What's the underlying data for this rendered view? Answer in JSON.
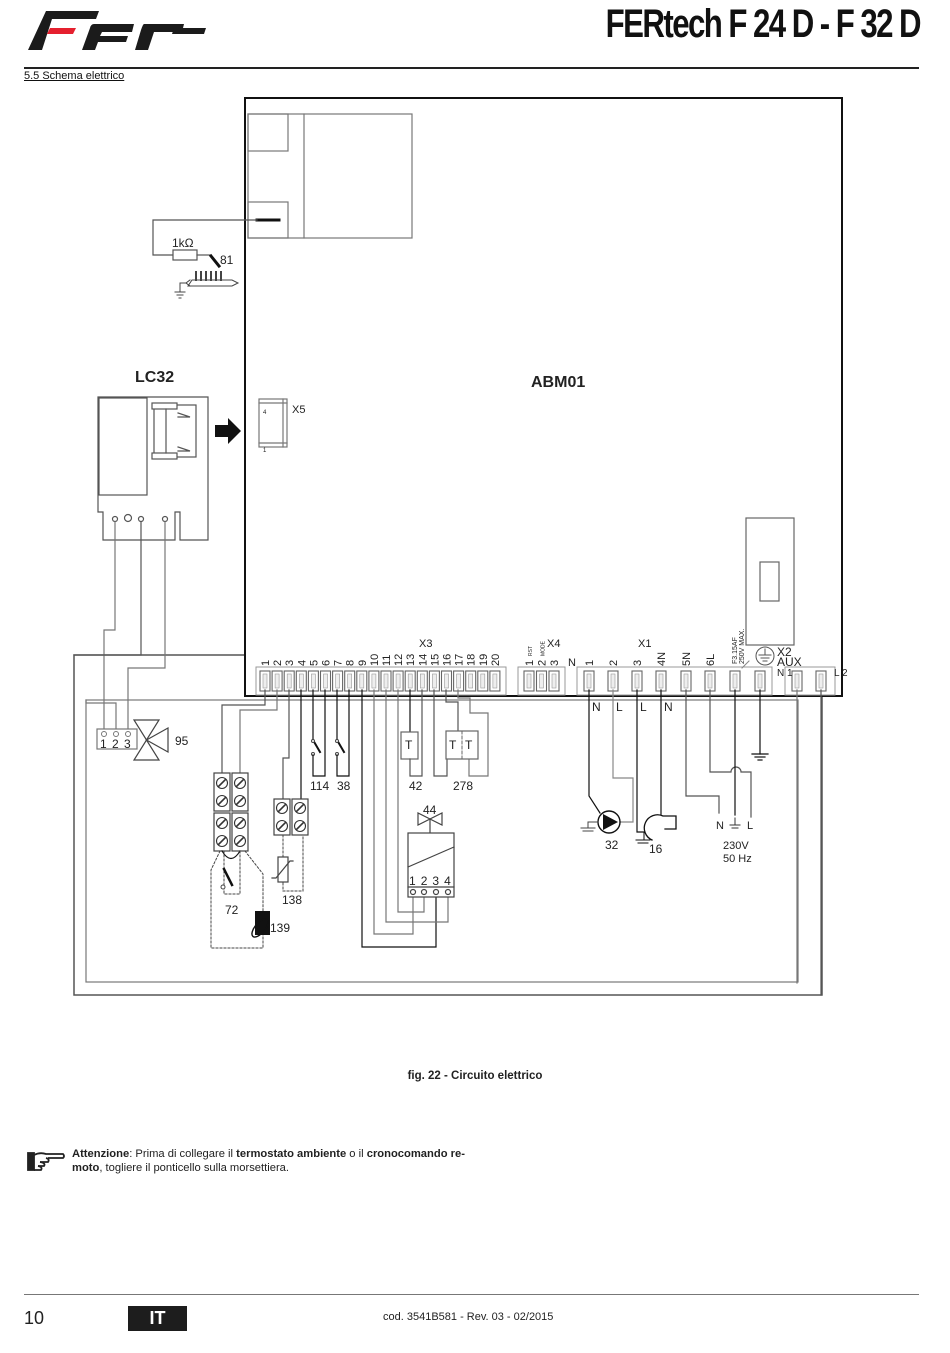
{
  "header": {
    "brand": "Fer",
    "brand_accent_color": "#e5202e",
    "title": "FERtech F 24 D - F 32 D",
    "section": "5.5  Schema elettrico"
  },
  "diagram": {
    "main_board": "ABM01",
    "interface_board": "LC32",
    "connector_x5": "X5",
    "x5_pins": [
      "4",
      "1"
    ],
    "resistor": "1kΩ",
    "connector_x3": {
      "name": "X3",
      "pins": [
        "1",
        "2",
        "3",
        "4",
        "5",
        "6",
        "7",
        "8",
        "9",
        "10",
        "11",
        "12",
        "13",
        "14",
        "15",
        "16",
        "17",
        "18",
        "19",
        "20"
      ]
    },
    "connector_x4": {
      "name": "X4",
      "pins": [
        "1",
        "2",
        "3"
      ],
      "pin_notes": [
        "RST",
        "MODE",
        ""
      ]
    },
    "connector_x1": {
      "name": "X1",
      "pins": [
        "1",
        "2",
        "3",
        "4N",
        "5N",
        "6L"
      ],
      "pre_label": "N",
      "fuse": "F3.15AF",
      "fuse_rating": "250V MAX.",
      "wire_labels": [
        "N",
        "L",
        "L",
        "N"
      ]
    },
    "connector_x2": {
      "name": "X2",
      "sub": "AUX",
      "pins": [
        "N 1",
        "L 2"
      ]
    },
    "valve_95_pins": [
      "1",
      "2",
      "3"
    ],
    "gas_valve_pins": [
      "1",
      "2",
      "3",
      "4"
    ],
    "mains": {
      "labels": [
        "N",
        "⏚",
        "L"
      ],
      "voltage": "230V",
      "frequency": "50 Hz"
    },
    "components": {
      "electrode": "81",
      "three_way_valve": "95",
      "flow_switch": "114",
      "pressure_switch": "38",
      "safety_thermostat": "42",
      "double_thermostat": "278",
      "gas_valve": "44",
      "pump": "32",
      "fan": "16",
      "room_thermostat": "72",
      "ntc_sensor": "138",
      "remote_control": "139"
    }
  },
  "caption": "fig. 22 - Circuito elettrico",
  "note": {
    "icon": "pointing-hand-icon",
    "lead": "Attenzione",
    "t1": ": Prima di collegare il ",
    "b1": "termostato ambiente",
    "t2": " o il ",
    "b2": "cronocomando re-",
    "b3": "moto",
    "t3": ", togliere il ponticello sulla morsettiera."
  },
  "footer": {
    "page": "10",
    "language": "IT",
    "code": "cod. 3541B581  -  Rev. 03 - 02/2015"
  }
}
